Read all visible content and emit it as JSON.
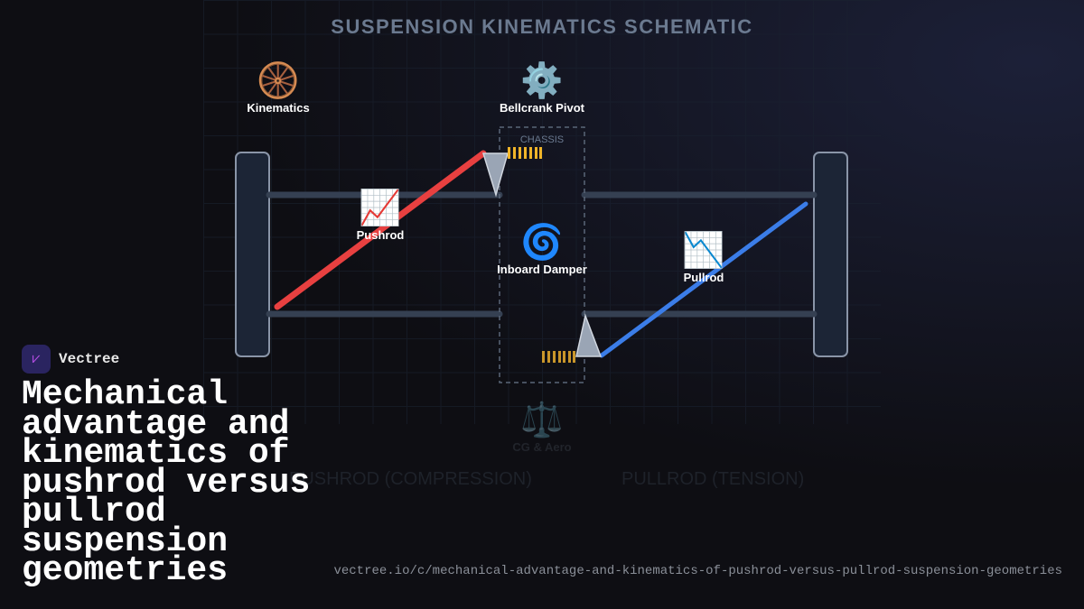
{
  "title": "SUSPENSION KINEMATICS SCHEMATIC",
  "nodes": [
    {
      "label": "Kinematics",
      "icon": "wheel-icon",
      "glyph": "🛞"
    },
    {
      "label": "Bellcrank Pivot",
      "icon": "gear-icon",
      "glyph": "⚙️"
    },
    {
      "label": "Pushrod",
      "icon": "chart-up-icon",
      "glyph": "📈"
    },
    {
      "label": "Inboard Damper",
      "icon": "spiral-icon",
      "glyph": "🌀"
    },
    {
      "label": "Pullrod",
      "icon": "chart-down-icon",
      "glyph": "📉"
    },
    {
      "label": "CG & Aero",
      "icon": "scales-icon",
      "glyph": "⚖️"
    }
  ],
  "chassis_label": "CHASSIS",
  "faint_labels": [
    "PUSHROD (COMPRESSION)",
    "PULLROD (TENSION)"
  ],
  "colors": {
    "pushrod": "#e84040",
    "pullrod": "#3b7de8",
    "spring": "#f0b429"
  },
  "brand": {
    "name": "Vectree"
  },
  "headline": "Mechanical advantage and kinematics of pushrod versus pullrod suspension geometries",
  "url": "vectree.io/c/mechanical-advantage-and-kinematics-of-pushrod-versus-pullrod-suspension-geometries"
}
